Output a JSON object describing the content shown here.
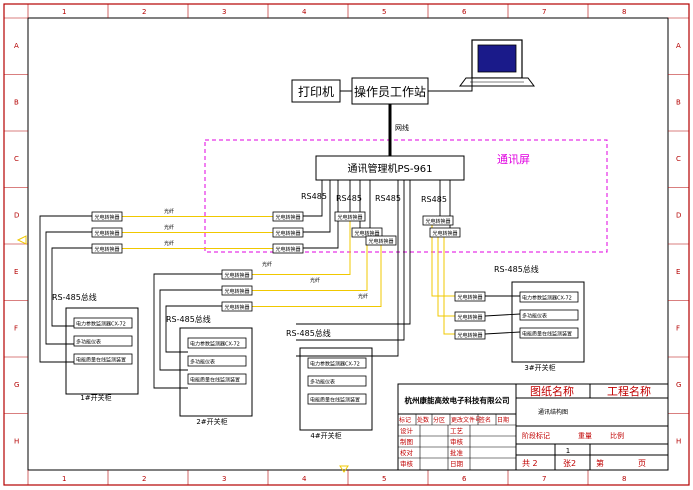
{
  "colors": {
    "border": "#b40000",
    "wire": "#000000",
    "fiber": "#f0c800",
    "zone": "#e000e0",
    "titleblock": "#c00000",
    "monitor": "#1a1a8a"
  },
  "ruler": {
    "cols": [
      "1",
      "2",
      "3",
      "4",
      "5",
      "6",
      "7",
      "8"
    ],
    "rows": [
      "A",
      "B",
      "C",
      "D",
      "E",
      "F",
      "G",
      "H"
    ]
  },
  "top": {
    "printer": "打印机",
    "workstation": "操作员工作站",
    "network_cable": "网线",
    "comm_manager": "通讯管理机PS-961",
    "comm_zone": "通讯屏"
  },
  "buses": {
    "rs485_1": "RS485",
    "rs485_2": "RS485",
    "rs485_3": "RS485",
    "rs485_4": "RS485"
  },
  "converters": {
    "left": "光电转换器",
    "right": "光电转换器"
  },
  "fiber_label": "光纤",
  "cabinets": [
    {
      "bus": "RS-485总线",
      "items": [
        "电力参数监测器CX-72",
        "多功能仪表",
        "电能质量在线监测装置"
      ],
      "caption": "1#开关柜"
    },
    {
      "bus": "RS-485总线",
      "items": [
        "电力参数监测器CX-72",
        "多功能仪表",
        "电能质量在线监测装置"
      ],
      "caption": "2#开关柜"
    },
    {
      "bus": "RS-485总线",
      "items": [
        "电力参数监测器CX-72",
        "多功能仪表",
        "电能质量在线监测装置"
      ],
      "caption": "4#开关柜"
    },
    {
      "bus": "RS-485总线",
      "items": [
        "电力参数监测器CX-72",
        "多功能仪表",
        "电能质量在线监测装置"
      ],
      "caption": "3#开关柜"
    }
  ],
  "titleblock": {
    "company": "杭州康能高效电子科技有限公司",
    "drawing_name_label": "图纸名称",
    "project_name_label": "工程名称",
    "drawing_name_value": "通讯结构图",
    "rows": [
      [
        "标记",
        "处数",
        "分区",
        "更改文件号",
        "签名",
        "日期"
      ],
      [
        "设计",
        "",
        "工艺"
      ],
      [
        "制图",
        "",
        "审核"
      ],
      [
        "校对",
        "",
        "批准"
      ],
      [
        "审核",
        "",
        "日期"
      ]
    ],
    "stage_label": "阶段标记",
    "weight_label": "重量",
    "scale_label": "比例",
    "scale_value": "1",
    "sheet_total": "共 2",
    "sheet_label": "张2",
    "page_label": "第",
    "page_unit": "页"
  }
}
